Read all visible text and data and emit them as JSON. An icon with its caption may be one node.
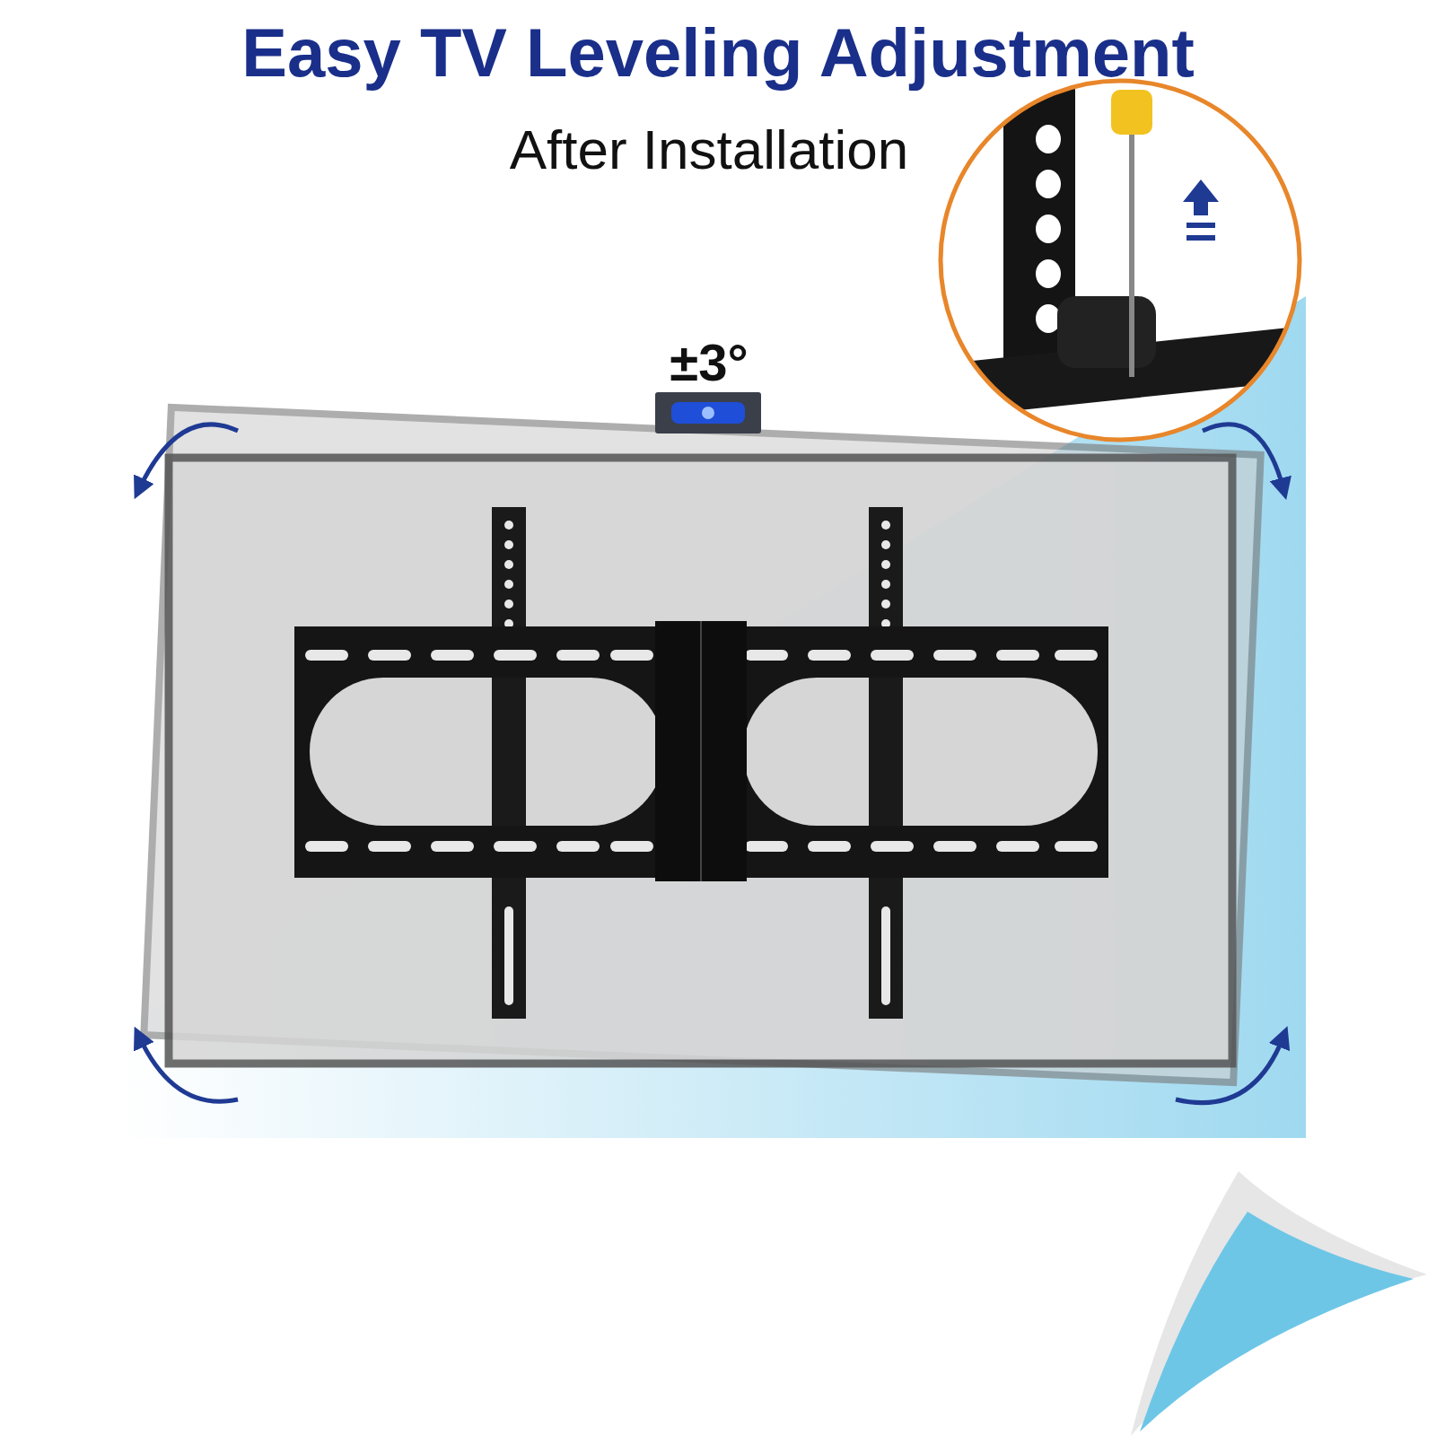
{
  "diagram": {
    "title": "Easy TV Leveling Adjustment",
    "labels": [
      "After Installation",
      "±3°"
    ]
  }
}
